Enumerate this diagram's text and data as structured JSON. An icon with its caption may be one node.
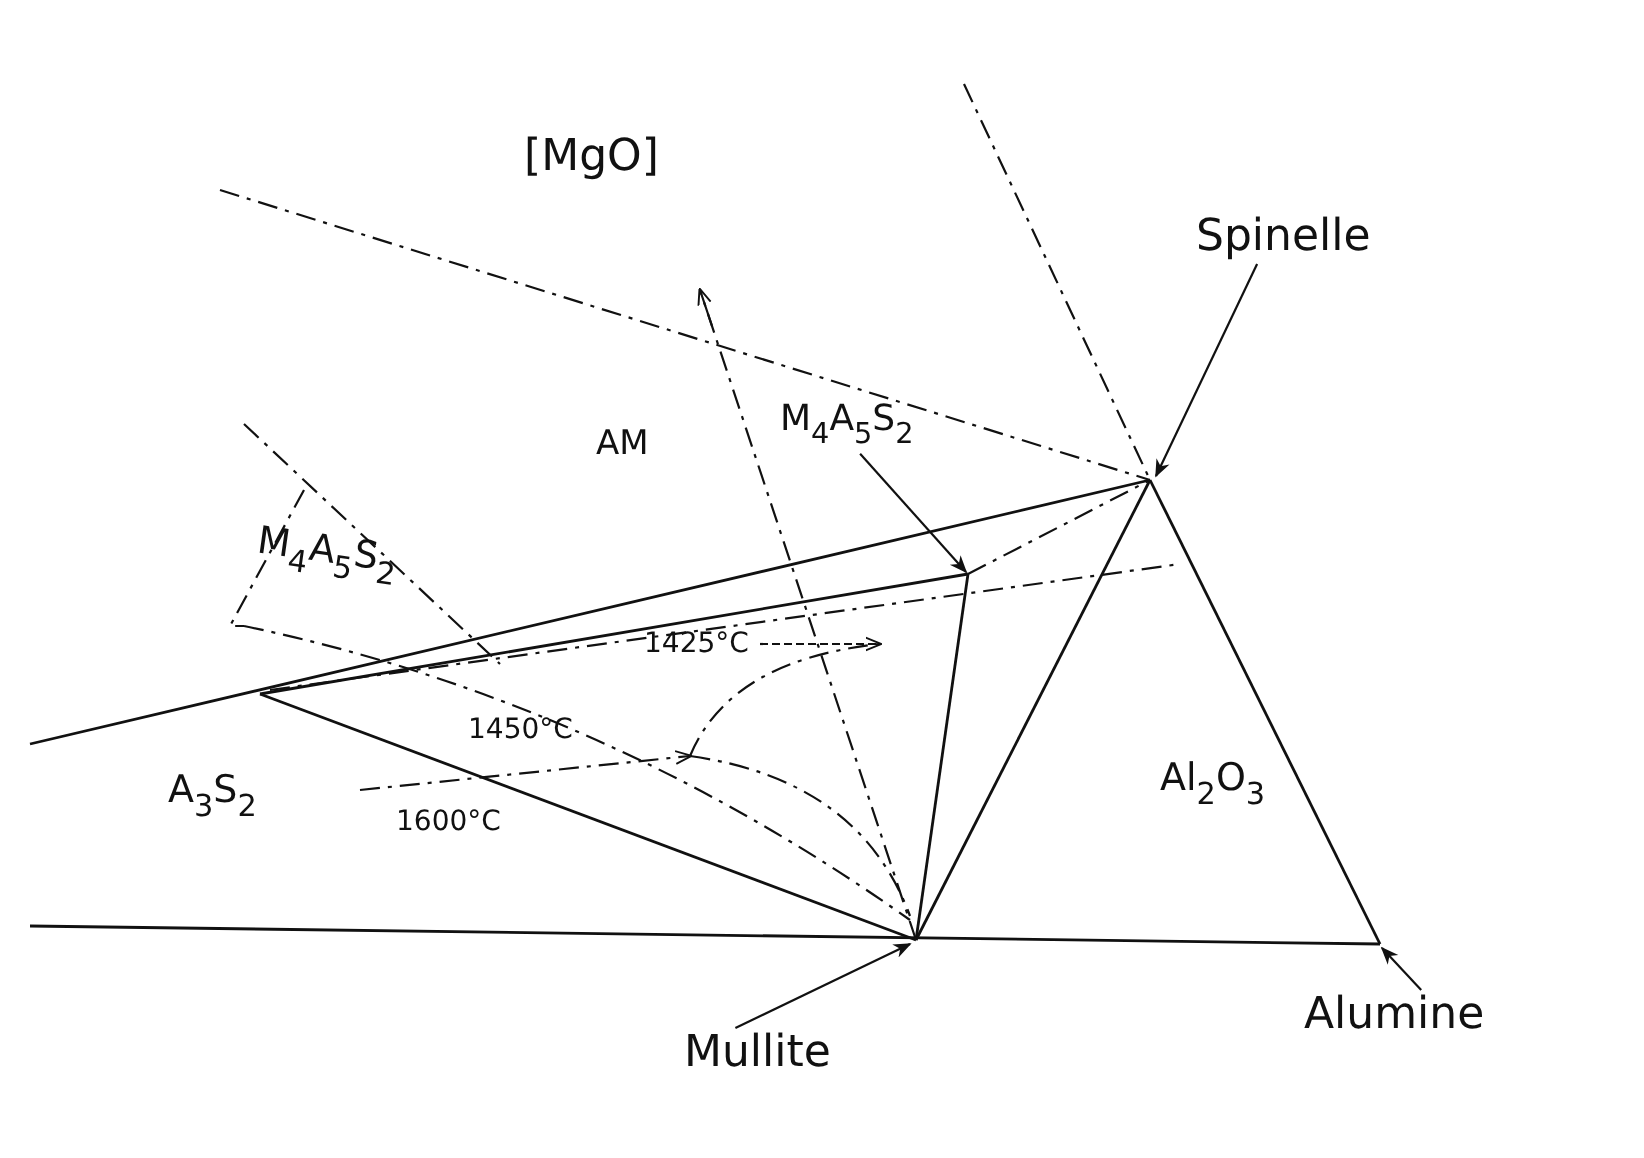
{
  "diagram": {
    "nodes": [
      {
        "text": [
          "Spinelle"
        ]
      },
      {
        "text": [
          "M$_{4}$A$_{5}$S$_{2}$"
        ]
      },
      {
        "text": [
          "Mullite"
        ]
      },
      {
        "text": [
          "Alumine"
        ]
      }
    ],
    "edges": [
      {
        "from": 0,
        "to": null,
        "arrow": "to"
      },
      {
        "from": 1,
        "to": null,
        "arrow": "to"
      },
      {
        "from": 2,
        "to": null,
        "arrow": "to"
      },
      {
        "from": 3,
        "to": null,
        "arrow": "to"
      }
    ],
    "labels": [
      "[MgO]",
      "AM",
      "M$_{4}$A$_{5}$S$_{2}$",
      "1425°C",
      "1450°C",
      "1600°C",
      "A$_{3}$S$_{2}$",
      "Al$_{2}$O$_{3}$"
    ]
  }
}
